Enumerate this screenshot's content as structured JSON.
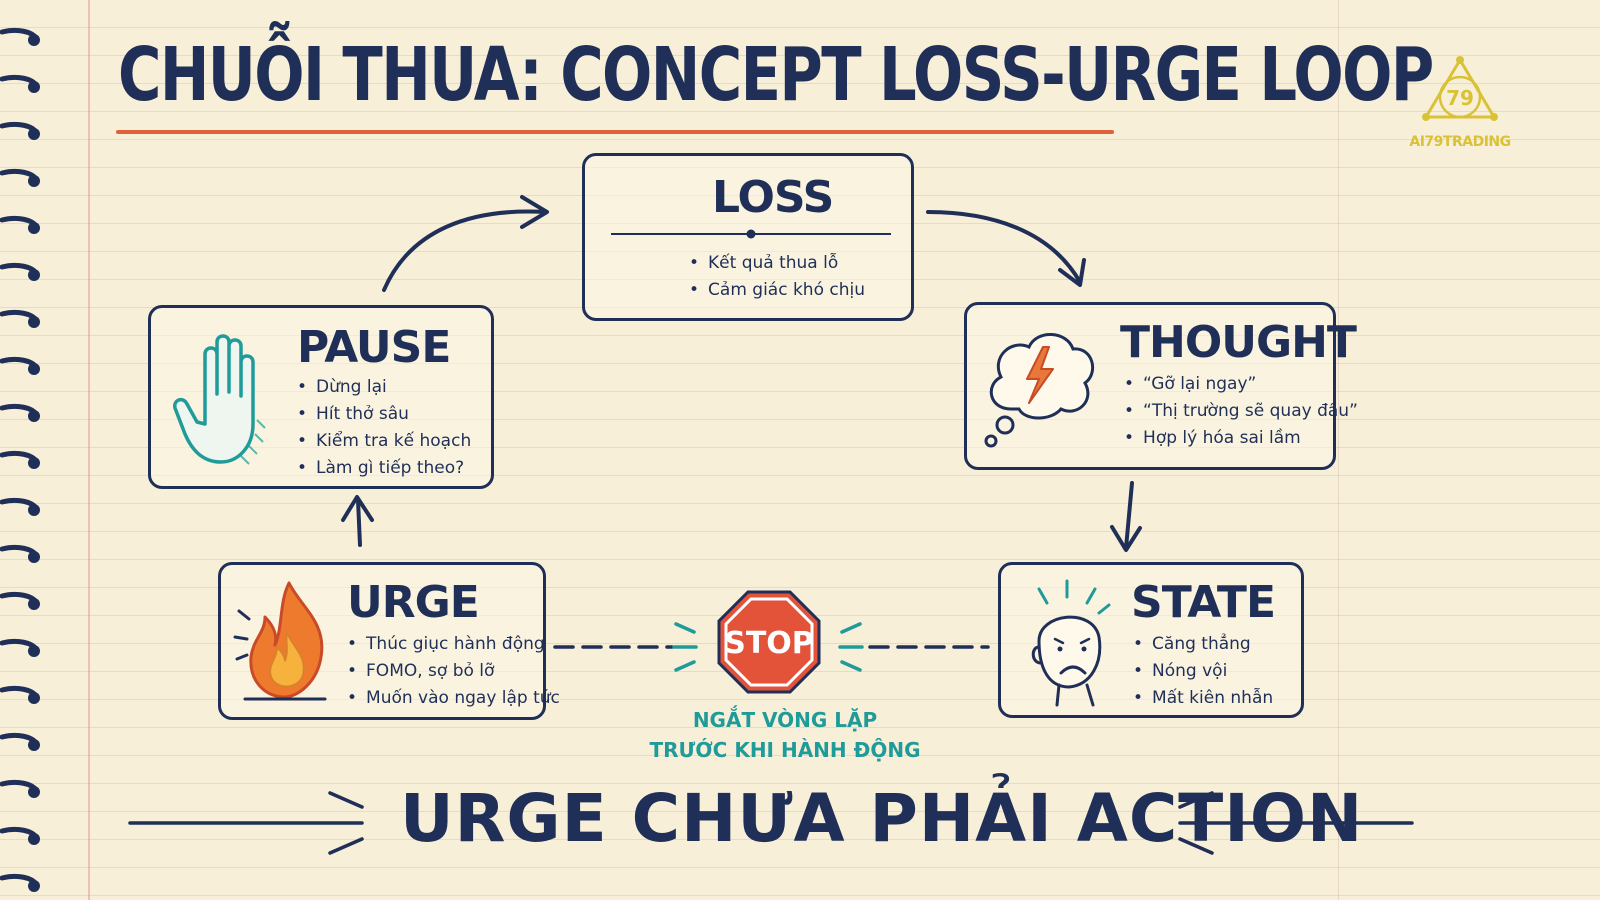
{
  "header": {
    "title": "CHUỖI THUA: CONCEPT LOSS-URGE LOOP"
  },
  "logo": {
    "text": "AI79TRADING",
    "emblem_number": "79"
  },
  "colors": {
    "ink": "#1f2f57",
    "accent_orange": "#e0603b",
    "teal": "#1f9b9a",
    "stop_red": "#e2533a",
    "logo_gold": "#d9c236",
    "paper": "#f8efd9"
  },
  "nodes": {
    "loss": {
      "title": "LOSS",
      "items": [
        "Kết quả thua lỗ",
        "Cảm giác khó chịu"
      ]
    },
    "thought": {
      "title": "THOUGHT",
      "icon": "thought-bubble-lightning-icon",
      "items": [
        "“Gỡ lại ngay”",
        "“Thị trường sẽ quay đầu”",
        "Hợp lý hóa sai lầm"
      ]
    },
    "state": {
      "title": "STATE",
      "icon": "stressed-face-icon",
      "items": [
        "Căng thẳng",
        "Nóng vội",
        "Mất kiên nhẫn"
      ]
    },
    "urge": {
      "title": "URGE",
      "icon": "fire-icon",
      "items": [
        "Thúc giục hành động",
        "FOMO, sợ bỏ lỡ",
        "Muốn vào ngay lập tức"
      ]
    },
    "pause": {
      "title": "PAUSE",
      "icon": "raised-hand-icon",
      "items": [
        "Dừng lại",
        "Hít thở sâu",
        "Kiểm tra kế hoạch",
        "Làm gì tiếp theo?"
      ]
    }
  },
  "stop": {
    "sign_text": "STOP",
    "caption_line1": "NGẮT VÒNG LẶP",
    "caption_line2": "TRƯỚC KHI HÀNH ĐỘNG"
  },
  "footer": {
    "slogan": "URGE CHƯA PHẢI ACTION"
  }
}
